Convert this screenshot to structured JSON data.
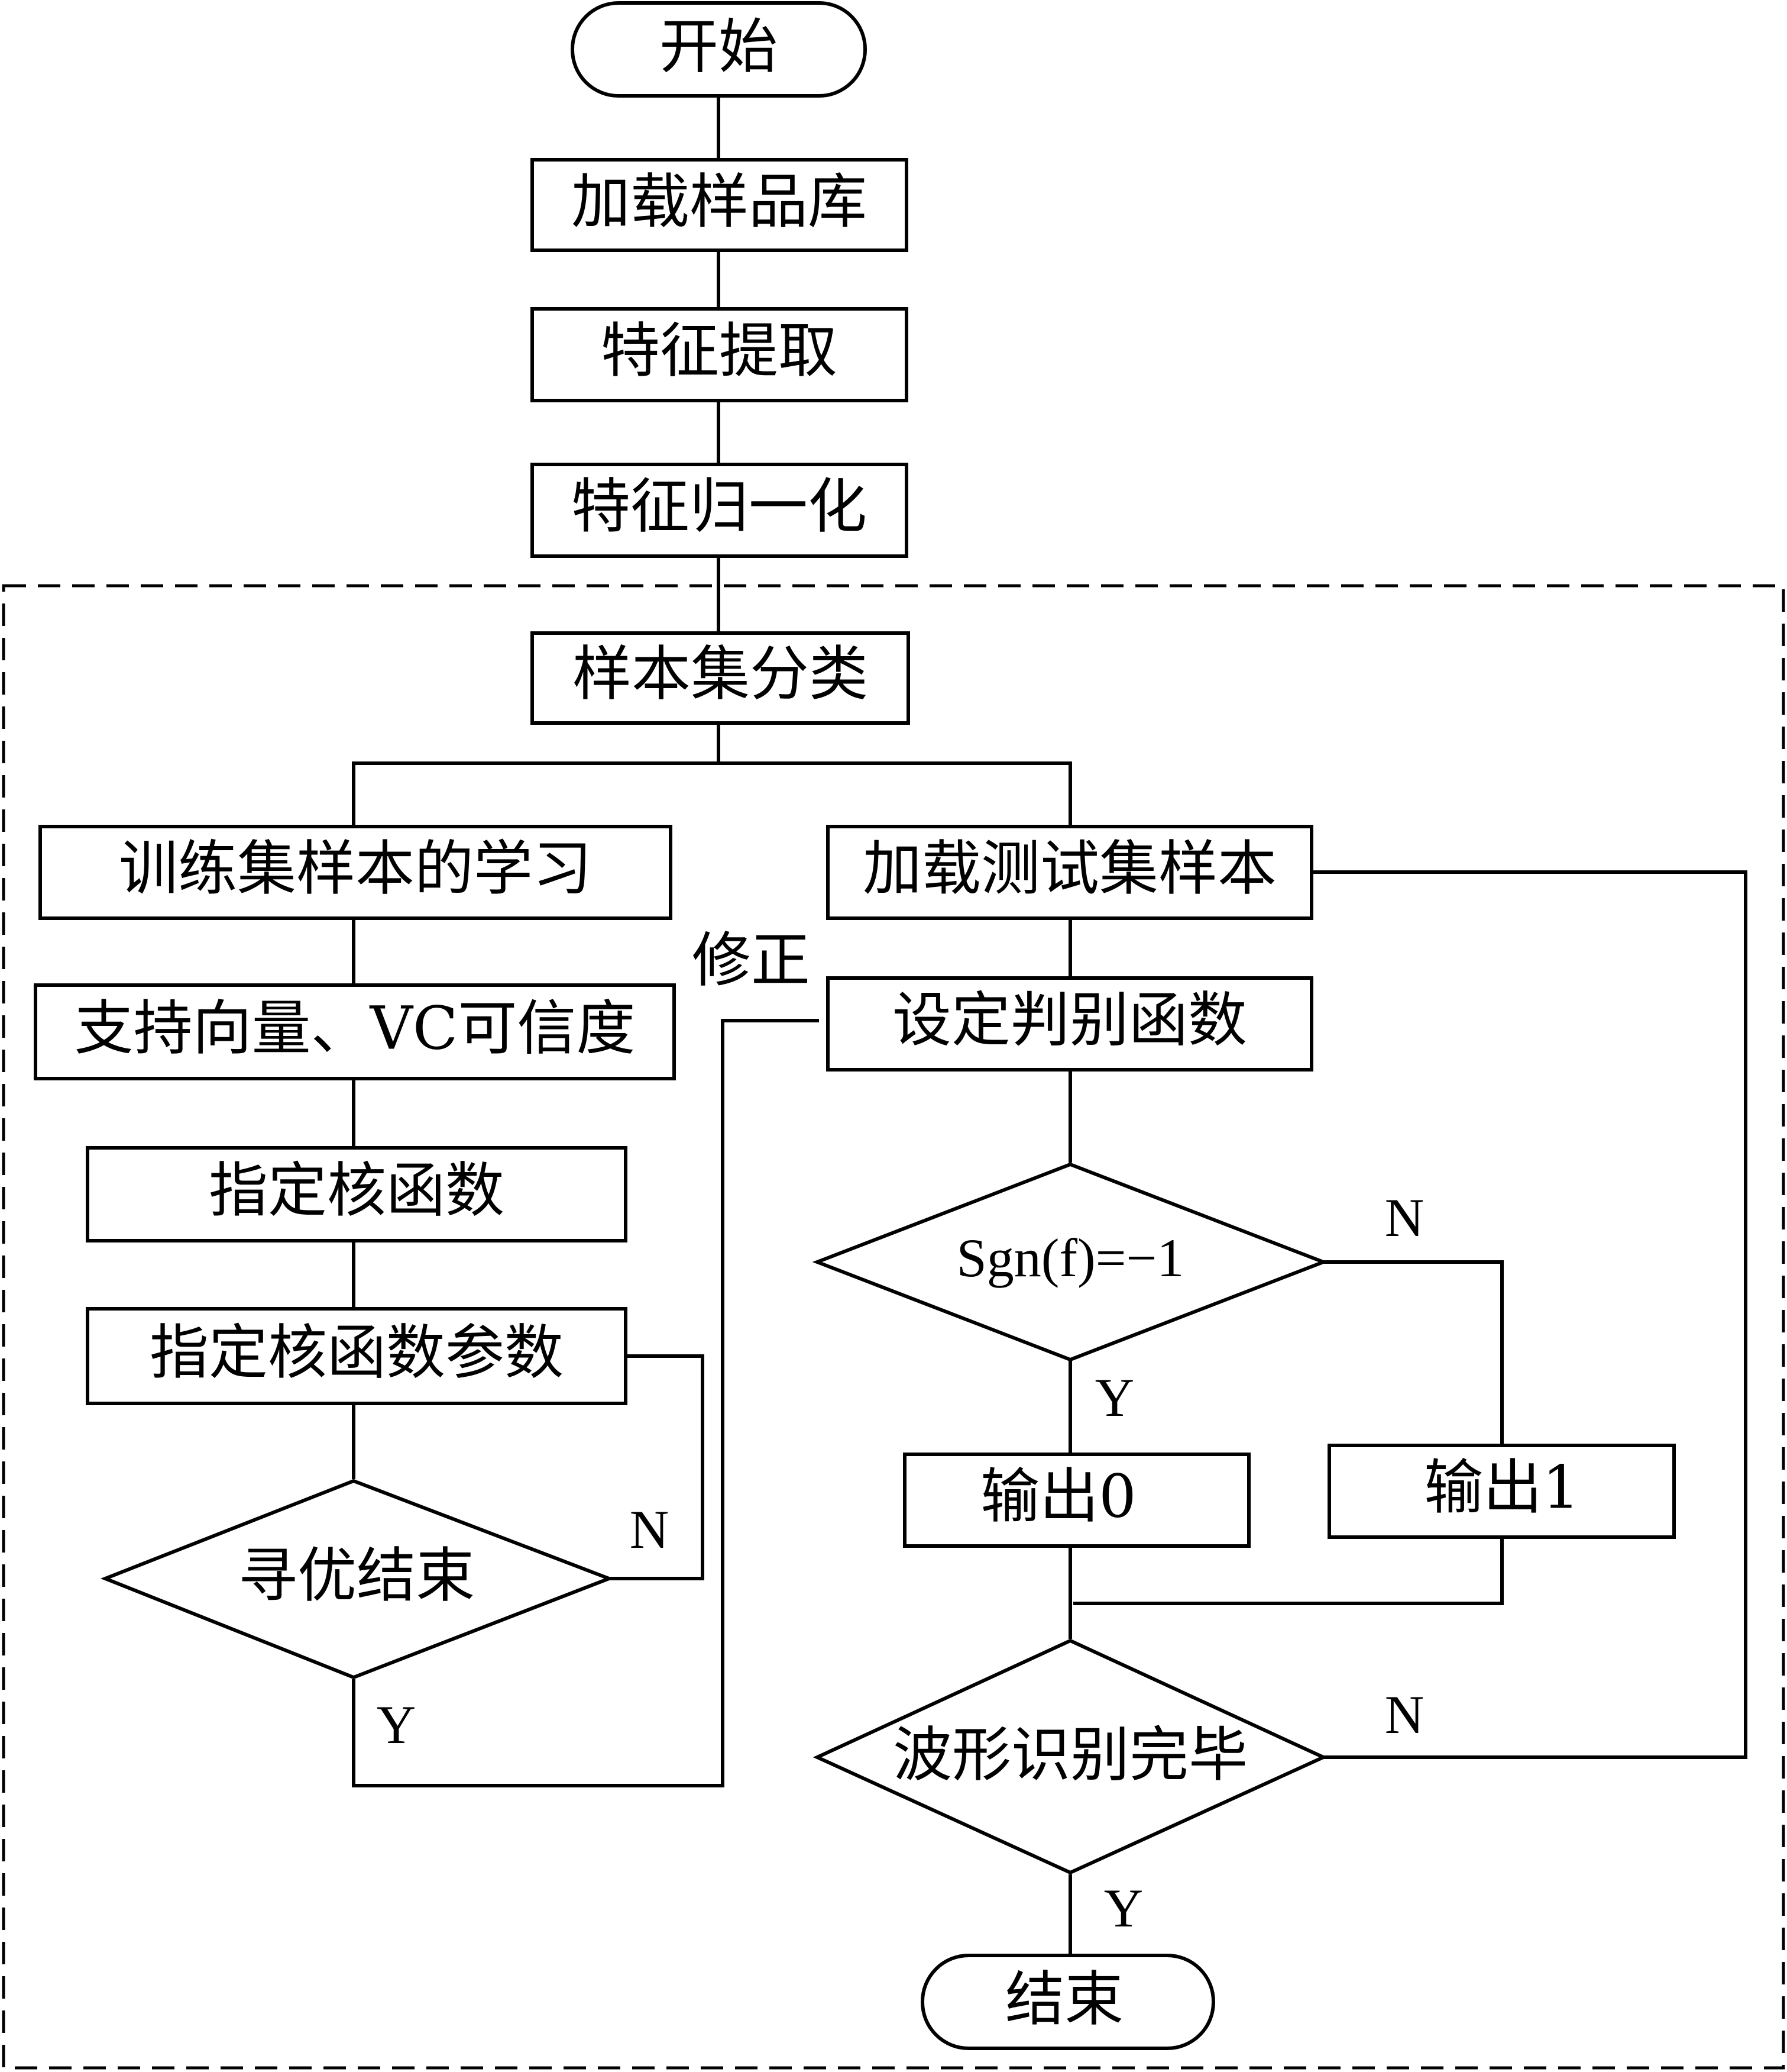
{
  "nodes": {
    "start": "开始",
    "load_library": "加载样品库",
    "feature_extraction": "特征提取",
    "feature_normalization": "特征归一化",
    "sample_classification": "样本集分类",
    "train_learning": "训练集样本的学习",
    "support_vector": "支持向量、VC可信度",
    "kernel": "指定核函数",
    "kernel_params": "指定核函数参数",
    "search_end": "寻优结束",
    "load_test": "加载测试集样本",
    "set_discriminant": "设定判别函数",
    "sgn_check": "Sgn(f)=−1",
    "output0": "输出0",
    "output1": "输出1",
    "recognition_done": "波形识别完毕",
    "end": "结束"
  },
  "labels": {
    "correction": "修正",
    "search_no": "N",
    "search_yes": "Y",
    "sgn_no": "N",
    "sgn_yes": "Y",
    "done_no": "N",
    "done_yes": "Y"
  }
}
